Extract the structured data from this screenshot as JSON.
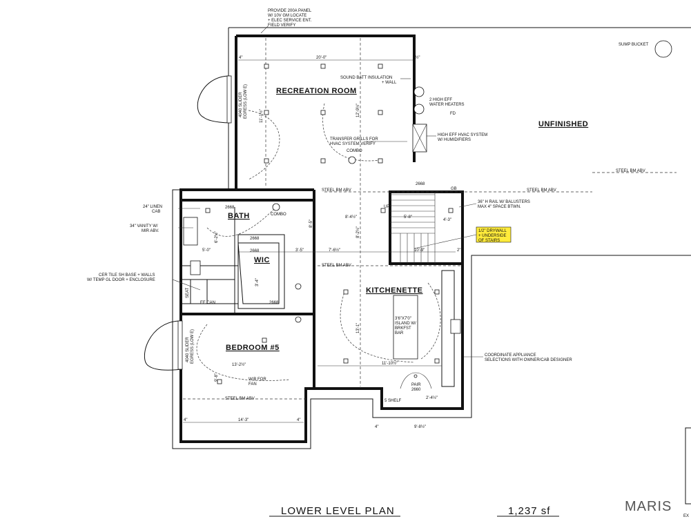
{
  "rooms": {
    "recreation": "RECREATION ROOM",
    "unfinished": "UNFINISHED",
    "bath": "BATH",
    "wic": "WIC",
    "kitchenette": "KITCHENETTE",
    "bedroom": "BEDROOM #5"
  },
  "notes": {
    "panel_1": "PROVIDE 200A PANEL",
    "panel_2": "W/ 10V GM LOCATE",
    "panel_3": "+ ELEC SERVICE ENT.",
    "panel_4": "FIELD VERIFY",
    "sump": "SUMP BUCKET",
    "sound_1": "SOUND BATT INSULATION",
    "sound_2": "+ WALL",
    "water_1": "2 HIGH EFF",
    "water_2": "WATER HEATERS",
    "fd": "FD",
    "hvac_1": "HIGH EFF HVAC SYSTEM",
    "hvac_2": "W/ HUMIDIFIERS",
    "transfer_1": "TRANSFER GRILLS FOR",
    "transfer_2": "HVAC SYSTEM VERIFY",
    "combo_1": "COMBO",
    "combo_2": "COMBO",
    "steel_right": "STEEL BM ABV",
    "steel_mid": "STEEL BM ABV",
    "steel_top": "STEEL BM ABV",
    "steel_kit": "STEEL BM ABV",
    "steel_bed": "STEEL BM ABV",
    "egress_top_1": "4040 SLIDER",
    "egress_top_2": "EGRESS (LOW E)",
    "egress_bed_1": "4040 SLIDER",
    "egress_bed_2": "EGRESS (LOW E)",
    "linen_1": "24\" LINEN",
    "linen_2": "CAB",
    "vanity_1": "34\" VANITY W/",
    "vanity_2": "MIR ABV.",
    "tile_1": "CER TILE SH BASE + WALLS",
    "tile_2": "W/ TEMP GL DOOR + ENCLOSURE",
    "rail_1": "36\" H RAIL W/ BALUSTERS",
    "rail_2": "MAX 4\" SPACE BTWN.",
    "drywall_1": "1/2\" DRYWALL",
    "drywall_2": "+ UNDERSIDE",
    "drywall_3": "OF STAIRS",
    "appliance_1": "COORDINATE APPLIANCE",
    "appliance_2": "SELECTIONS WITH OWNER/CAB DESIGNER",
    "island_1": "3'6\"X7'0\"",
    "island_2": "ISLAND W/",
    "island_3": "BRKFST",
    "island_4": "BAR",
    "fan_1": "W/B FOR",
    "fan_2": "FAN",
    "seat": "SEAT",
    "can": "EF CAN",
    "pair_1": "PAIR",
    "pair_2": "2660",
    "shelf": "5 SHELF",
    "up": "UP",
    "door_2668_a": "2668",
    "door_2668_b": "2668",
    "door_2668_c": "2668",
    "door_2668_d": "2668",
    "door_2668_e": "2668",
    "gb": "GB"
  },
  "dims": {
    "rec_width": "20'-0\"",
    "rec_height": "11'-1½\"",
    "rec_height2": "12'-9½\"",
    "kit_width": "11'-10½\"",
    "kit_height": "13'-1\"",
    "bed_width": "13'-2½\"",
    "bed_height": "9'-8\"",
    "bed_low": "14'-3\"",
    "stair_1": "5'-8\"",
    "stair_2": "4'-3\"",
    "stair_3": "10'-9\"",
    "mid_1": "7'-6½\"",
    "mid_2": "8'-4½\"",
    "mid_3": "8'-2½\"",
    "bath_w": "8'-5\"",
    "bath_h": "6'-2½\"",
    "wic_1": "5'-0\"",
    "wic_2": "3'-5\"",
    "wic_3": "3'-4\"",
    "bottom_kit": "9'-8½\"",
    "edge_1": "3½\"",
    "edge_2": "4\"",
    "edge_3": "2\"",
    "edge_4": "4\"",
    "edge_5": "4\"",
    "edge_6": "2'-4½\"",
    "edge_7": "4\""
  },
  "footer": {
    "title": "LOWER LEVEL PLAN",
    "area": "1,237 sf",
    "watermark": "MARIS",
    "corner": "EX"
  }
}
